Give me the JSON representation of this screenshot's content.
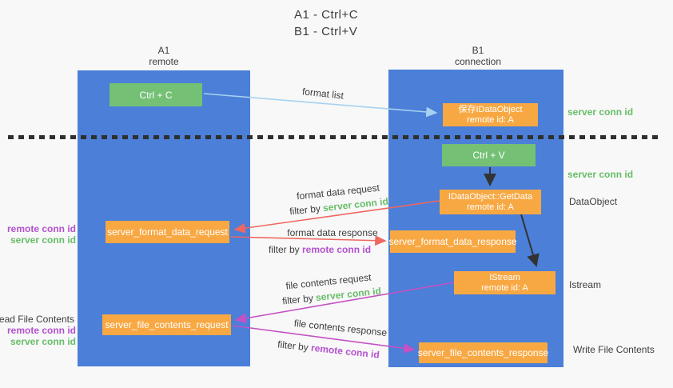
{
  "title": {
    "line1": "A1 - Ctrl+C",
    "line2": "B1 - Ctrl+V"
  },
  "lifelines": {
    "a1": {
      "name": "A1",
      "sub": "remote"
    },
    "b1": {
      "name": "B1",
      "sub": "connection"
    }
  },
  "nodes": {
    "ctrl_c": {
      "label": "Ctrl + C"
    },
    "ctrl_v": {
      "label": "Ctrl + V"
    },
    "save_dataobject": {
      "line1": "保存IDataObject",
      "line2": "remote id: A"
    },
    "getdata": {
      "line1": "IDataObject::GetData",
      "line2": "remote id: A"
    },
    "istream": {
      "line1": "IStream",
      "line2": "remote id: A"
    },
    "format_request": {
      "label": "server_format_data_request"
    },
    "format_response": {
      "label": "server_format_data_response"
    },
    "file_request": {
      "label": "server_file_contents_request"
    },
    "file_response": {
      "label": "server_file_contents_response"
    }
  },
  "arrow_labels": {
    "format_list": "format list",
    "format_data_request": "format data request",
    "format_data_response": "format data response",
    "file_contents_request": "file contents request",
    "file_contents_response": "file contents response",
    "filter_by": "filter by",
    "server_conn_id": "server conn id",
    "remote_conn_id": "remote conn id"
  },
  "side_labels": {
    "server_conn_id_top": "server conn id",
    "server_conn_id_mid": "server conn id",
    "dataobject": "DataObject",
    "istream": "Istream",
    "write_file_contents": "Write File Contents",
    "read_file_contents": "Read File Contents",
    "remote_conn_id_a": "remote conn id",
    "server_conn_id_a": "server conn id",
    "remote_conn_id_b": "remote conn id",
    "server_conn_id_b": "server conn id"
  },
  "colors": {
    "background": "#f8f8f8",
    "lifeline_blue": "#4b7fd8",
    "node_orange": "#f8a843",
    "node_green": "#74c175",
    "arrow_black": "#333333",
    "arrow_red": "#ee6760",
    "arrow_magenta": "#c452c4",
    "arrow_lightblue": "#a6d2f0",
    "label_green": "#67bd68",
    "label_purple": "#b451cf",
    "separator": "#2f2f2f"
  }
}
